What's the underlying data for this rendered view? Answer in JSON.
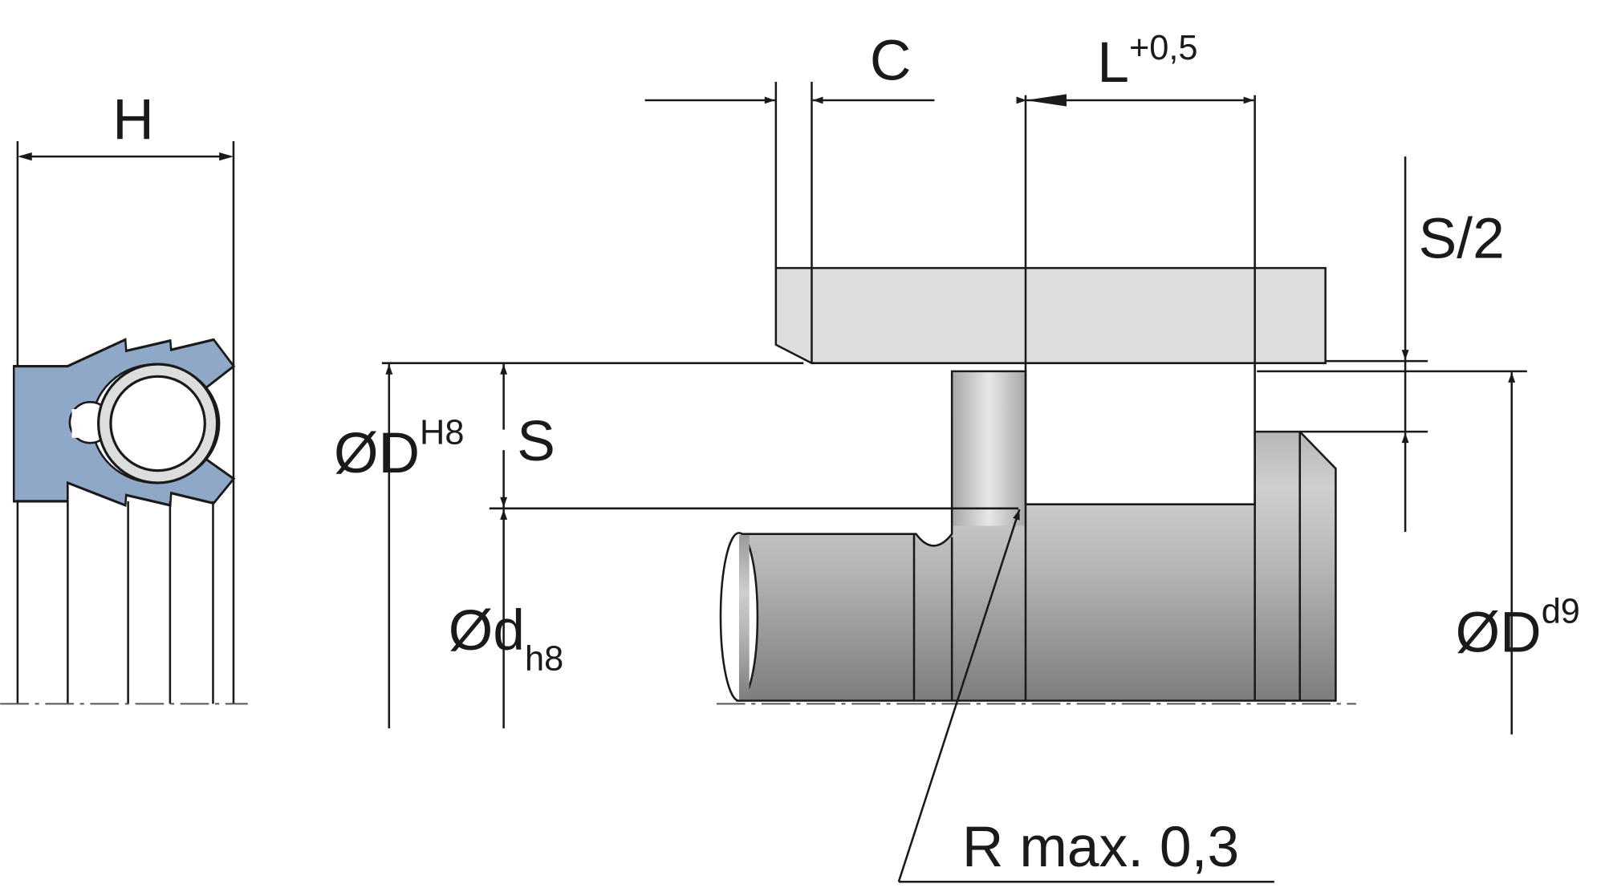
{
  "labels": {
    "H": "H",
    "C": "C",
    "L": "L",
    "L_tol": "+0,5",
    "S_half": "S/2",
    "S": "S",
    "bore_dia": "ØD",
    "bore_tol": "H8",
    "rod_dia": "Ød",
    "rod_tol": "h8",
    "groove_dia": "ØD",
    "groove_tol": "d9",
    "radius": "R max. 0,3"
  },
  "colors": {
    "seal": "#8fa8c8",
    "housing": "#dcdddd",
    "shaft_light": "#e6e6e6",
    "shaft_dark": "#8a8a8a",
    "ring": "#dcdddd"
  }
}
